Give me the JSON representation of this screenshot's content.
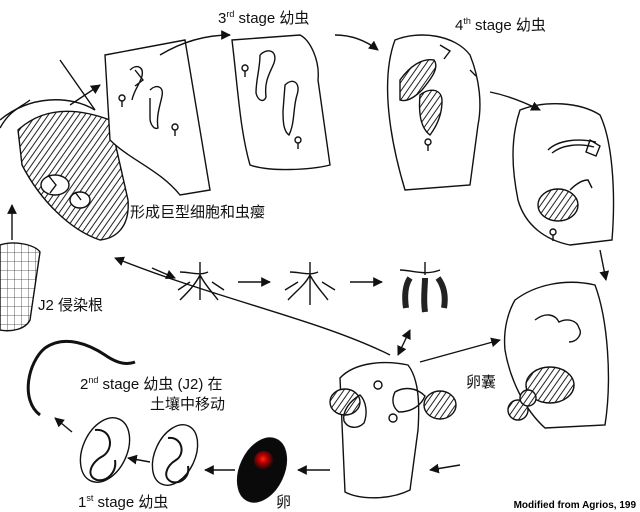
{
  "labels": {
    "stage3": {
      "num": "3",
      "sup": "rd",
      "text": " stage 幼虫"
    },
    "stage4": {
      "num": "4",
      "sup": "th",
      "text": " stage 幼虫"
    },
    "giant_cells": "形成巨型细胞和虫瘿",
    "j2_infect": "J2 侵染根",
    "stage2_line1": {
      "num": "2",
      "sup": "nd",
      "text": " stage 幼虫 (J2) 在"
    },
    "stage2_line2": "土壤中移动",
    "stage1": {
      "num": "1",
      "sup": "st",
      "text": " stage 幼虫"
    },
    "egg": "卵",
    "egg_sac": "卵囊",
    "female_symbol": "♀",
    "credit": "Modified from Agrios, 199"
  },
  "colors": {
    "ink": "#111111",
    "egg_glow": "#e31010",
    "egg_body": "#0a0a0a"
  }
}
